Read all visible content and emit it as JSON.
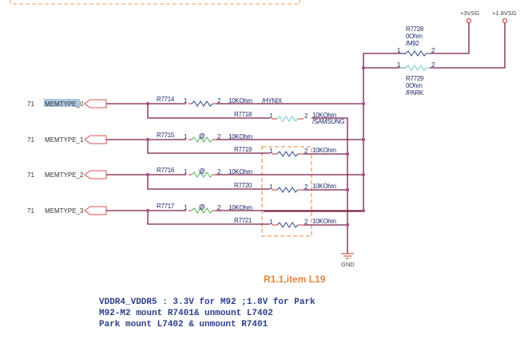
{
  "schematic": {
    "power_rails": [
      {
        "name": "+3VSG"
      },
      {
        "name": "+1.8VSG"
      }
    ],
    "power_resistors": [
      {
        "ref": "R7728",
        "value": "0Ohm",
        "variant": "/M92",
        "pin1": "1",
        "pin2": "2",
        "color": "#2c3f8a"
      },
      {
        "ref": "R7729",
        "value": "0Ohm",
        "variant": "/PARK",
        "pin1": "1",
        "pin2": "2",
        "color": "#6fc8c8"
      }
    ],
    "signals": [
      {
        "page": "71",
        "name": "MEMTYPE_0",
        "highlighted": true
      },
      {
        "page": "71",
        "name": "MEMTYPE_1",
        "highlighted": false
      },
      {
        "page": "71",
        "name": "MEMTYPE_2",
        "highlighted": false
      },
      {
        "page": "71",
        "name": "MEMTYPE_3",
        "highlighted": false
      }
    ],
    "pullups": [
      {
        "ref": "R7714",
        "pin1": "1",
        "pin2": "2",
        "value": "10KOhm",
        "variant": "/HYNIX",
        "marker": ""
      },
      {
        "ref": "R7715",
        "pin1": "1",
        "pin2": "2",
        "value": "10KOhm",
        "variant": "",
        "marker": "@"
      },
      {
        "ref": "R7716",
        "pin1": "1",
        "pin2": "2",
        "value": "10KOhm",
        "variant": "",
        "marker": "@"
      },
      {
        "ref": "R7717",
        "pin1": "1",
        "pin2": "2",
        "value": "10KOhm",
        "variant": "",
        "marker": "@"
      }
    ],
    "pulldowns": [
      {
        "ref": "R7718",
        "pin1": "1",
        "pin2": "2",
        "value": "10KOhm",
        "variant": "/SAMSUNG"
      },
      {
        "ref": "R7719",
        "pin1": "1",
        "pin2": "2",
        "value": "10KOhm",
        "variant": ""
      },
      {
        "ref": "R7720",
        "pin1": "1",
        "pin2": "2",
        "value": "10KOhm",
        "variant": ""
      },
      {
        "ref": "R7721",
        "pin1": "1",
        "pin2": "2",
        "value": "10KOhm",
        "variant": ""
      }
    ],
    "ground": "GND",
    "revision_note": "R1.1,item L19",
    "notes": [
      "VDDR4_VDDR5 : 3.3V for M92 ;1.8V for Park",
      "M92-M2 mount R7401& unmount L7402",
      "Park mount L7402 & unmount R7401"
    ],
    "colors": {
      "wire": "#7b1f45",
      "junction": "#a8508a",
      "label": "#1e2a6e",
      "pin": "#c0392b",
      "dashed_box": "#e8823c",
      "resistor_default": "#2c3f8a",
      "resistor_dnp": "#6fc8c8",
      "resistor_marked": "#4caf50",
      "highlight": "#a9c8e0"
    }
  }
}
